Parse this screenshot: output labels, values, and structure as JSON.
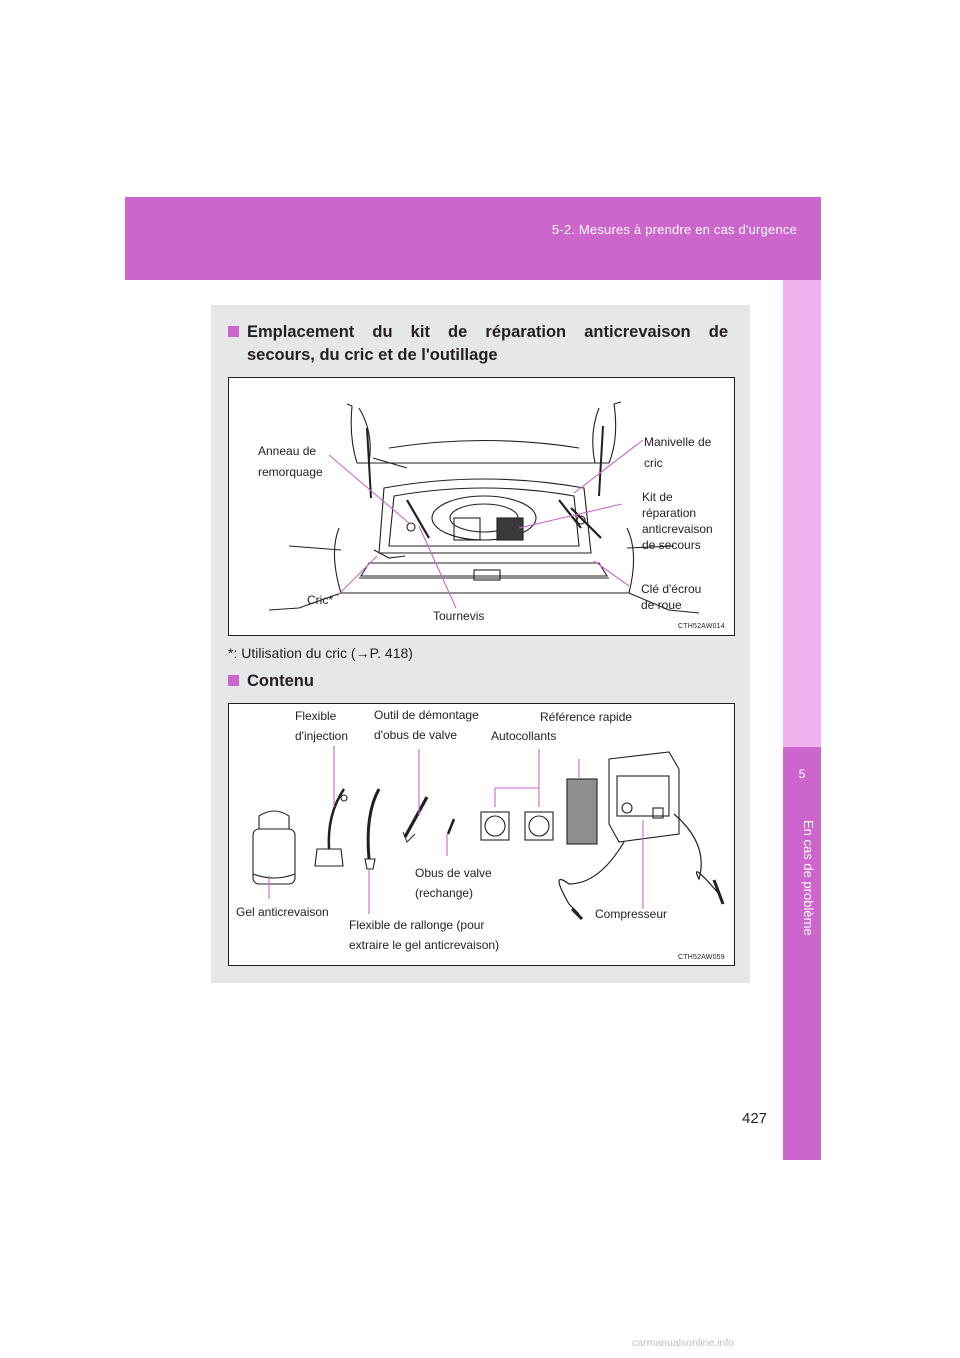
{
  "header": {
    "section": "5-2. Mesures à prendre en cas d'urgence"
  },
  "sidebar": {
    "chapter_number": "5",
    "chapter_title": "En cas de problème"
  },
  "section1": {
    "heading_line1": "Emplacement du kit de réparation anticrevaison de",
    "heading_line2": "secours, du cric et de l'outillage",
    "figure_code": "CTH52AW014",
    "labels": {
      "anneau_1": "Anneau de",
      "anneau_2": "remorquage",
      "manivelle_1": "Manivelle de",
      "manivelle_2": "cric",
      "kit_1": "Kit de",
      "kit_2": "réparation",
      "kit_3": "anticrevaison",
      "kit_4": "de secours",
      "cle_1": "Clé d'écrou",
      "cle_2": "de roue",
      "cric": "Cric*",
      "tournevis": "Tournevis"
    }
  },
  "footnote": "*: Utilisation du cric (→P. 418)",
  "section2": {
    "heading": "Contenu",
    "figure_code": "CTH52AW059",
    "labels": {
      "flexible_1": "Flexible",
      "flexible_2": "d'injection",
      "outil_1": "Outil de démontage",
      "outil_2": "d'obus de valve",
      "reference": "Référence rapide",
      "autocollants": "Autocollants",
      "obus_1": "Obus de valve",
      "obus_2": "(rechange)",
      "gel": "Gel anticrevaison",
      "rallonge_1": "Flexible de rallonge (pour",
      "rallonge_2": "extraire le gel anticrevaison)",
      "compresseur": "Compresseur"
    }
  },
  "page_number": "427",
  "watermark": "carmanualsonline.info",
  "colors": {
    "accent": "#cc66cc",
    "accent_light": "#f0b3f0",
    "panel": "#e6e7e8",
    "leader": "#cc66cc"
  }
}
